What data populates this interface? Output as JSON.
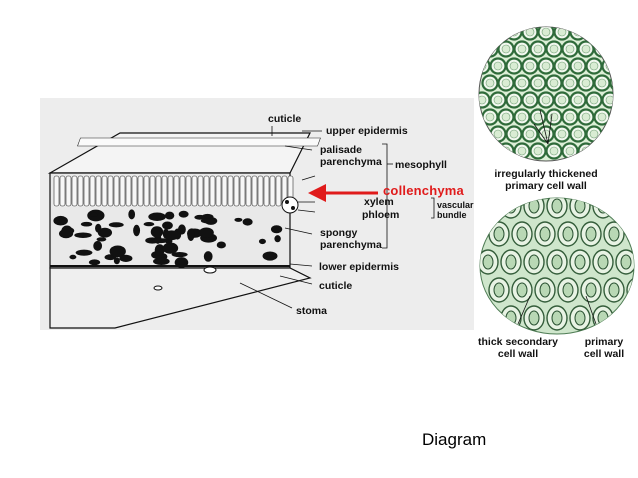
{
  "leaf_labels": {
    "cuticle_top": "cuticle",
    "upper_epidermis": "upper epidermis",
    "palisade_line1": "palisade",
    "palisade_line2": "parenchyma",
    "mesophyll": "mesophyll",
    "collenchyma": "collenchyma",
    "xylem": "xylem",
    "phloem": "phloem",
    "vascular_line1": "vascular",
    "vascular_line2": "bundle",
    "spongy_line1": "spongy",
    "spongy_line2": "parenchyma",
    "lower_epidermis": "lower epidermis",
    "cuticle_bottom": "cuticle",
    "stoma": "stoma"
  },
  "micrograph_top": {
    "caption_line1": "irregularly thickened",
    "caption_line2": "primary cell wall"
  },
  "micrograph_bottom": {
    "caption_left_line1": "thick secondary",
    "caption_left_line2": "cell wall",
    "caption_right_line1": "primary",
    "caption_right_line2": "cell wall"
  },
  "footer": {
    "caption": "Diagram"
  },
  "colors": {
    "highlight_label": "#e01b1b",
    "arrow": "#e01b1b",
    "cell_fill": "#d9ecd3",
    "cell_wall": "#2f6b3a"
  }
}
